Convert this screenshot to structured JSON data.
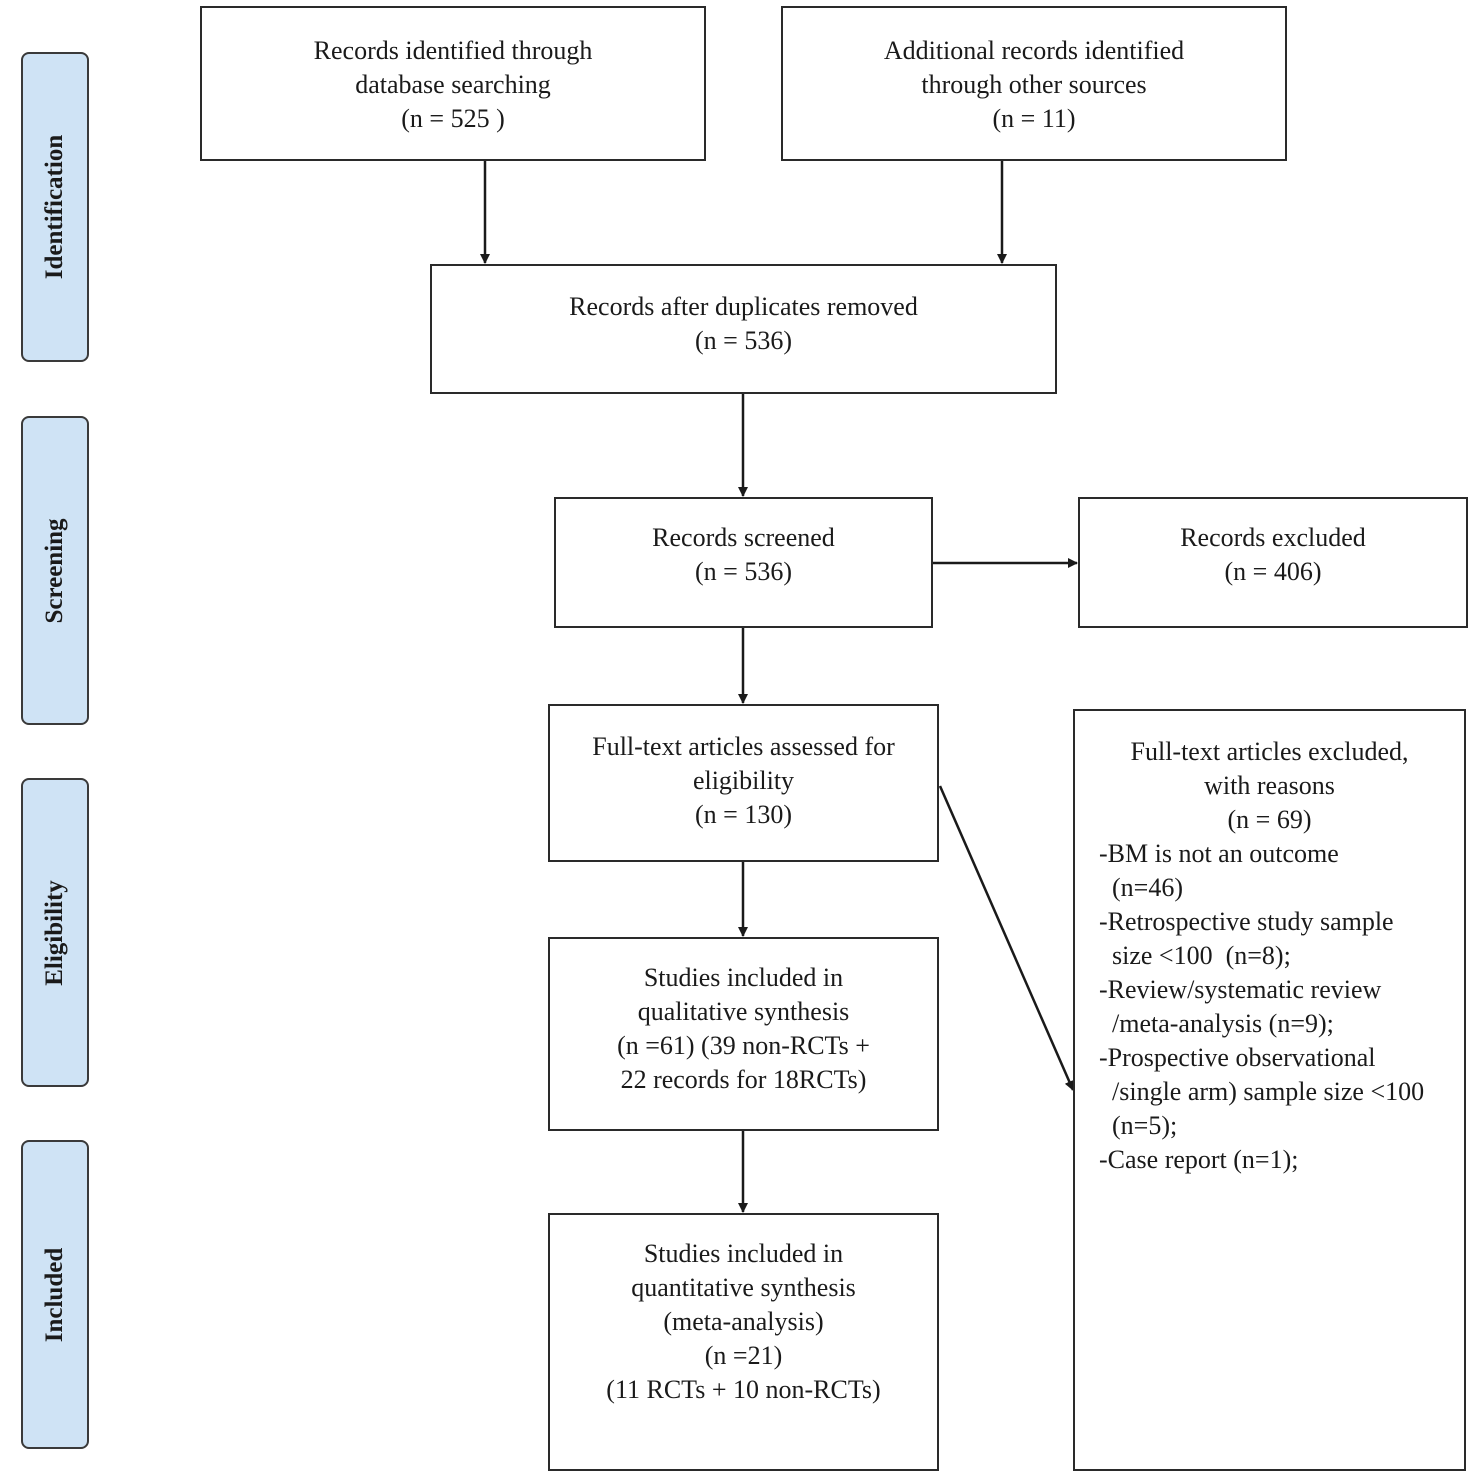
{
  "stages": {
    "identification": "Identification",
    "screening": "Screening",
    "eligibility": "Eligibility",
    "included": "Included"
  },
  "boxes": {
    "database": [
      "Records identified through",
      "database searching",
      "(n = 525 )"
    ],
    "other_sources": [
      "Additional records identified",
      "through other sources",
      "(n = 11)"
    ],
    "after_duplicates": [
      "Records after duplicates removed",
      "(n = 536)"
    ],
    "screened": [
      "Records screened",
      "(n = 536)"
    ],
    "excluded": [
      "Records excluded",
      "(n = 406)"
    ],
    "fulltext": [
      "Full-text articles assessed for",
      "eligibility",
      "(n = 130)"
    ],
    "qualitative": [
      "Studies included in",
      "qualitative synthesis",
      "(n =61) (39 non-RCTs +",
      "22 records for 18RCTs)"
    ],
    "quantitative": [
      "Studies included in",
      "quantitative synthesis",
      "(meta-analysis)",
      "(n =21)",
      "(11 RCTs + 10 non-RCTs)"
    ],
    "fulltext_excluded": {
      "heading": [
        "Full-text articles excluded,",
        "with reasons",
        "(n = 69)"
      ],
      "reasons": [
        "-BM is not an outcome",
        "  (n=46)",
        "-Retrospective study sample",
        "  size <100  (n=8);",
        "-Review/systematic review",
        "  /meta-analysis (n=9);",
        "-Prospective observational",
        "  /single arm) sample size <100",
        "  (n=5);",
        "-Case report (n=1);"
      ]
    }
  }
}
